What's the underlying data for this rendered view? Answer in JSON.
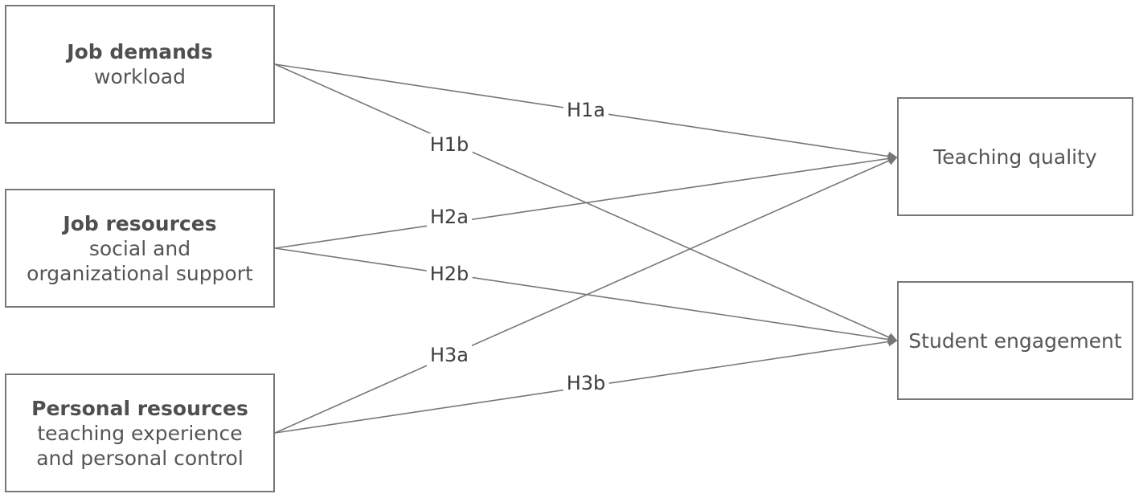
{
  "predictors": [
    {
      "title": "Job demands",
      "subtitle": "workload"
    },
    {
      "title": "Job resources",
      "subtitle": "social and organizational support"
    },
    {
      "title": "Personal resources",
      "subtitle": "teaching experience and personal control"
    }
  ],
  "outcomes": [
    {
      "label": "Teaching quality"
    },
    {
      "label": "Student engagement"
    }
  ],
  "hypotheses": [
    {
      "id": "H1a",
      "from": "Job demands",
      "to": "Teaching quality"
    },
    {
      "id": "H1b",
      "from": "Job demands",
      "to": "Student engagement"
    },
    {
      "id": "H2a",
      "from": "Job resources",
      "to": "Teaching quality"
    },
    {
      "id": "H2b",
      "from": "Job resources",
      "to": "Student engagement"
    },
    {
      "id": "H3a",
      "from": "Personal resources",
      "to": "Teaching quality"
    },
    {
      "id": "H3b",
      "from": "Personal resources",
      "to": "Student engagement"
    }
  ],
  "colors": {
    "line": "#777777",
    "border": "#777777",
    "text": "#555555"
  }
}
